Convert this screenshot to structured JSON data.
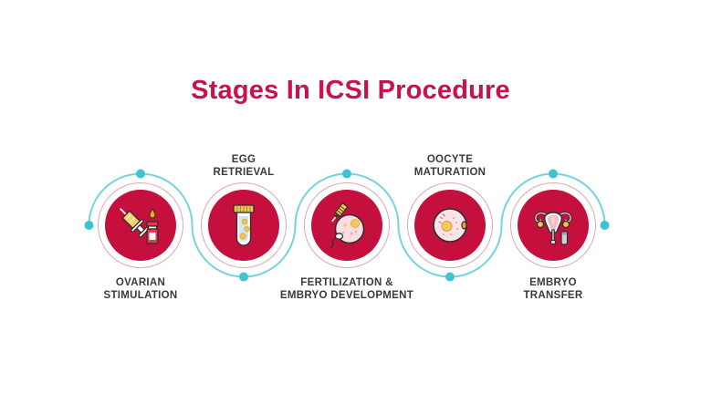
{
  "title": {
    "text": "Stages In ICSI Procedure"
  },
  "colors": {
    "bg": "#FFFFFF",
    "title": "#C9124B",
    "crimson": "#C50F3C",
    "ring": "#DCA9B2",
    "labelText": "#3A3A3A",
    "tealLine": "#76D3DD",
    "tealDot": "#3CC4D4"
  },
  "stages": [
    {
      "label": "OVARIAN\nSTIMULATION",
      "label_position": "below",
      "icon": "syringe-vial-icon"
    },
    {
      "label": "EGG\nRETRIEVAL",
      "label_position": "above",
      "icon": "test-tube-icon"
    },
    {
      "label": "FERTILIZATION &\nEMBRYO DEVELOPMENT",
      "label_position": "below",
      "icon": "icsi-needle-egg-icon"
    },
    {
      "label": "OOCYTE\nMATURATION",
      "label_position": "above",
      "icon": "oocyte-cell-icon"
    },
    {
      "label": "EMBRYO\nTRANSFER",
      "label_position": "below",
      "icon": "uterus-catheter-icon"
    }
  ]
}
